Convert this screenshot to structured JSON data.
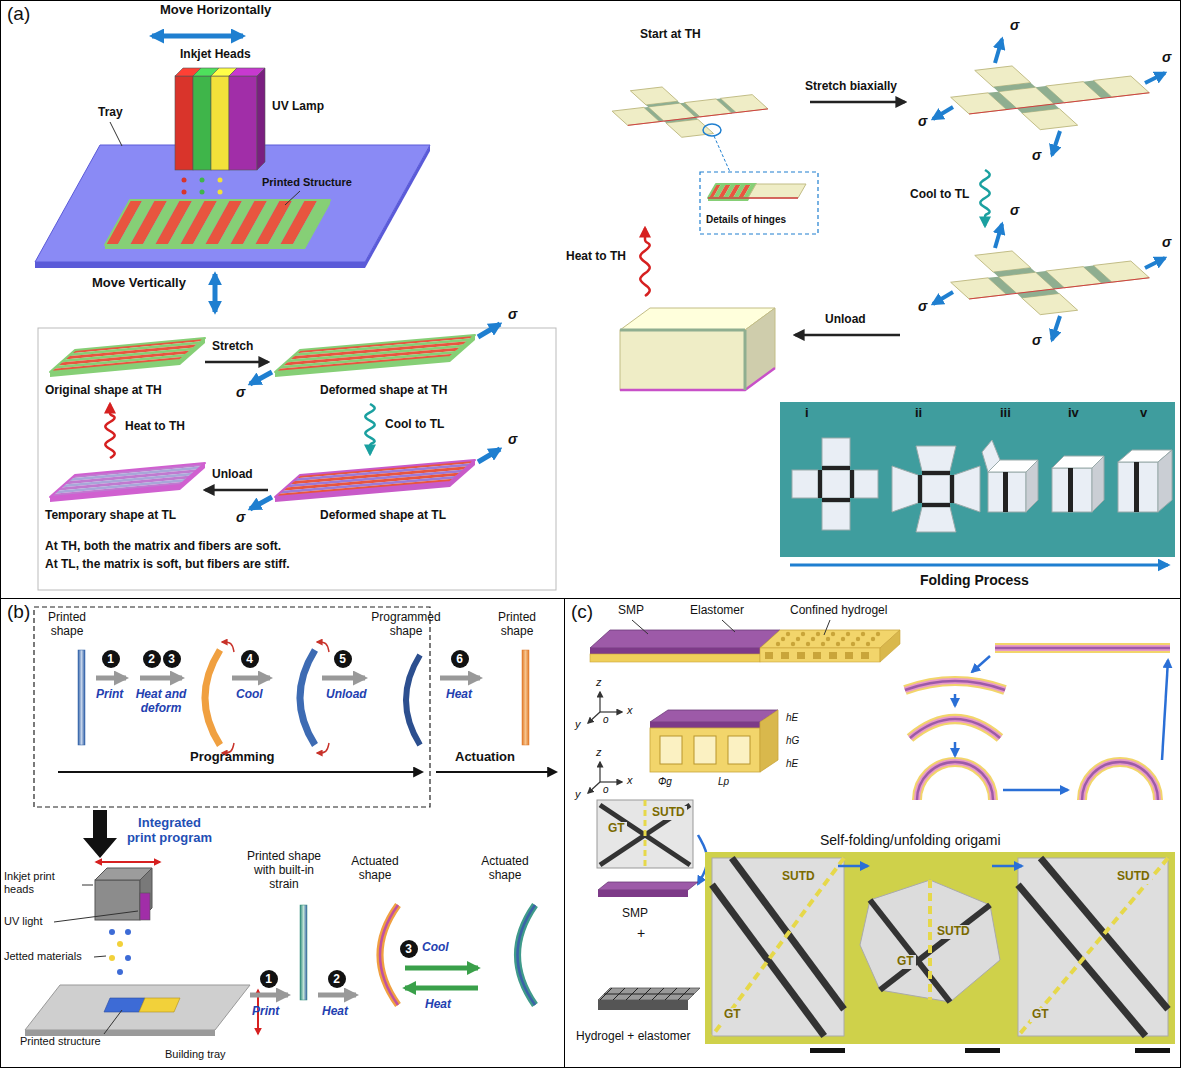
{
  "diagram": {
    "nodes": [
      {
        "text": [
          "(a)"
        ]
      },
      {
        "text": [
          "(b)"
        ]
      },
      {
        "text": [
          "(c)"
        ]
      },
      {
        "text": [
          "1"
        ],
        "in": 1
      },
      {
        "text": [
          "2"
        ],
        "in": 1
      },
      {
        "text": [
          "3"
        ],
        "in": 1
      },
      {
        "text": [
          "4"
        ],
        "in": 1
      },
      {
        "text": [
          "5"
        ],
        "in": 1
      },
      {
        "text": [
          "6"
        ],
        "in": 1
      },
      {
        "text": [
          "1"
        ],
        "in": 1
      },
      {
        "text": [
          "2"
        ],
        "in": 1
      },
      {
        "text": [
          "3"
        ],
        "in": 1
      }
    ],
    "labels": [
      "Move Horizontally",
      "Inkjet Heads",
      "UV Lamp",
      "Tray",
      "Printed Structure",
      "Move Vertically",
      "Original shape at TH",
      "Stretch",
      "σ",
      "Deformed shape at TH",
      "σ",
      "Cool to TL",
      "Heat to TH",
      "Unload",
      "σ",
      "σ",
      "Temporary shape at TL",
      "Deformed shape at TL",
      "At TH, both the matrix and fibers are soft.",
      "At TL, the matrix is soft, but fibers are stiff.",
      "Start at TH",
      "Stretch biaxially",
      "σ",
      "σ",
      "σ",
      "σ",
      "Details of hinges",
      "Cool to TL",
      "Heat to TH",
      "Unload",
      "σ",
      "σ",
      "σ",
      "σ",
      "i",
      "ii",
      "iii",
      "iv",
      "v",
      "Folding Process",
      "Printed shape",
      "Programmed shape",
      "Printed shape",
      "Print",
      "Heat and deform",
      "Cool",
      "Unload",
      "Heat",
      "Programming",
      "Actuation",
      "Integrated print program",
      "Inkjet print heads",
      "UV light",
      "Jetted materials",
      "Printed structure",
      "Building tray",
      "Printed shape with built-in strain",
      "Actuated shape",
      "Actuated shape",
      "Print",
      "Heat",
      "Cool",
      "Heat",
      "SMP",
      "Elastomer",
      "Confined hydrogel",
      "z",
      "o",
      "x",
      "y",
      "hE",
      "hG",
      "hE",
      "Φg",
      "Lp",
      "z",
      "o",
      "x",
      "y",
      "GT",
      "SUTD",
      "SMP",
      "+",
      "Hydrogel + elastomer",
      "Self-folding/unfolding origami",
      "GT",
      "SUTD",
      "GT",
      "SUTD",
      "GT",
      "SUTD"
    ]
  }
}
